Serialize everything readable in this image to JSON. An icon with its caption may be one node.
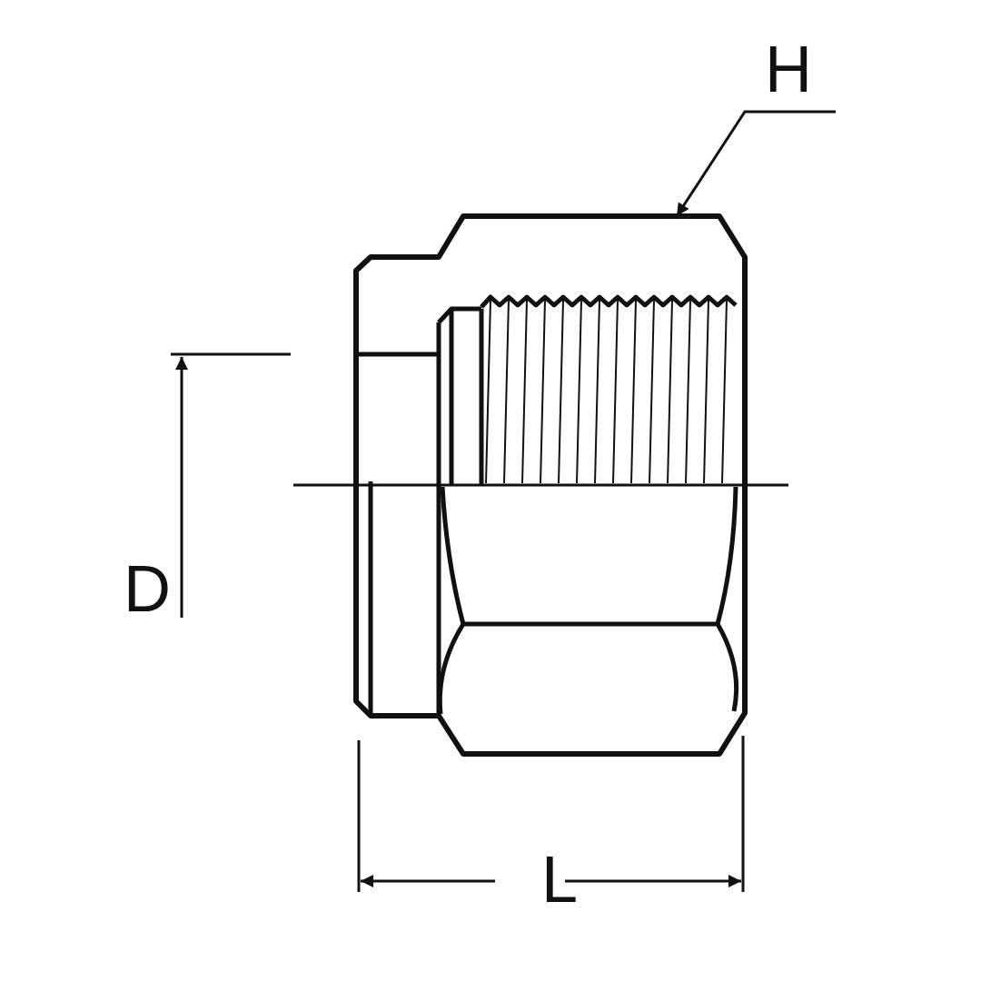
{
  "diagram": {
    "nodes": [
      {
        "text": [
          "H"
        ]
      },
      {
        "text": [],
        "shape": "picture"
      }
    ],
    "edges": [
      {
        "from": 0,
        "to": 1,
        "arrow": "to"
      }
    ],
    "labels": [
      "D",
      "L"
    ]
  }
}
